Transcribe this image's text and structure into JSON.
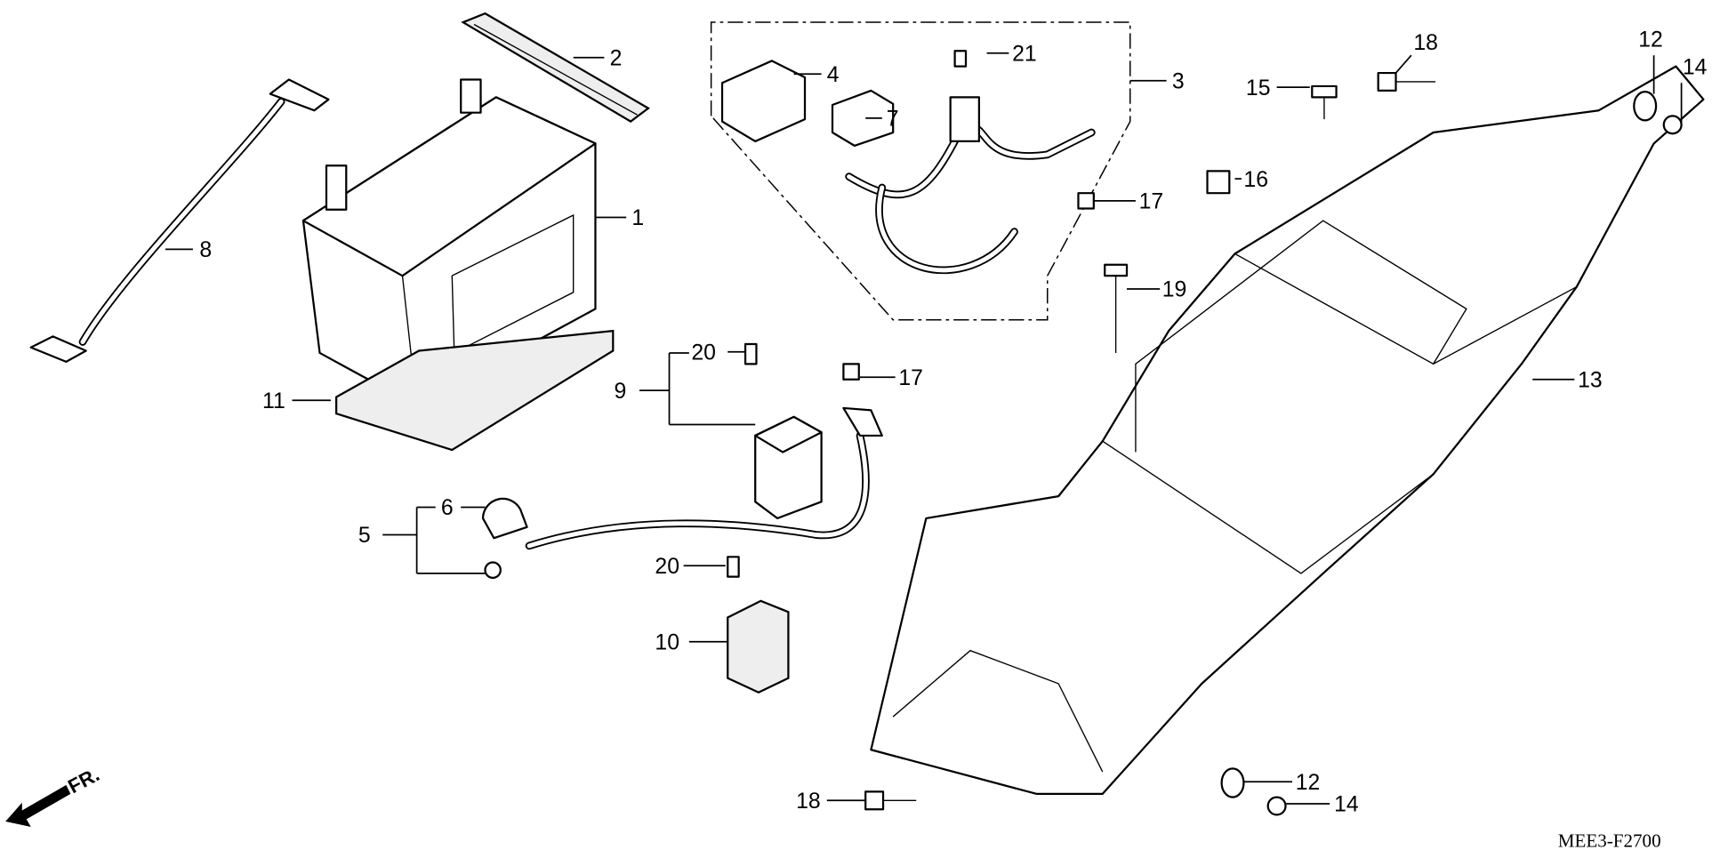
{
  "diagram": {
    "code": "MEE3-F2700",
    "front_marker": "FR.",
    "callouts": {
      "c1": "1",
      "c2": "2",
      "c3": "3",
      "c4": "4",
      "c5": "5",
      "c6": "6",
      "c7": "7",
      "c8": "8",
      "c9": "9",
      "c10": "10",
      "c11": "11",
      "c12a": "12",
      "c12b": "12",
      "c13": "13",
      "c14a": "14",
      "c14b": "14",
      "c15": "15",
      "c16": "16",
      "c17a": "17",
      "c17b": "17",
      "c18a": "18",
      "c18b": "18",
      "c19": "19",
      "c20a": "20",
      "c20b": "20",
      "c21": "21"
    }
  }
}
